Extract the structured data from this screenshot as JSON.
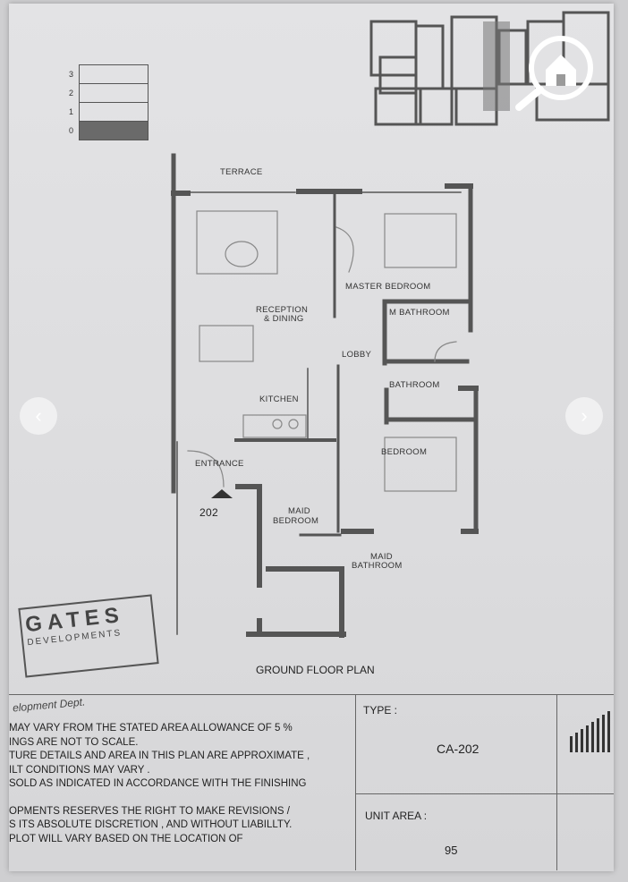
{
  "floor_key": {
    "levels": [
      "3",
      "2",
      "1",
      "0"
    ],
    "active_level": "0"
  },
  "rooms": {
    "terrace": "TERRACE",
    "reception": "RECEPTION",
    "reception_sub": "& DINING",
    "master_bedroom": "MASTER BEDROOM",
    "m_bathroom": "M BATHROOM",
    "lobby": "LOBBY",
    "bathroom": "BATHROOM",
    "kitchen": "KITCHEN",
    "bedroom": "BEDROOM",
    "entrance": "ENTRANCE",
    "unit_no": "202",
    "maid_bedroom_1": "MAID",
    "maid_bedroom_2": "BEDROOM",
    "maid_bathroom_1": "MAID",
    "maid_bathroom_2": "BATHROOM"
  },
  "stamp": {
    "line1": "GATES",
    "line2": "DEVELOPMENTS",
    "dept": "elopment Dept."
  },
  "plan_title": "GROUND FLOOR PLAN",
  "notes": [
    "elopment Dept.",
    "MAY VARY FROM THE STATED AREA ALLOWANCE OF 5 %",
    "INGS ARE NOT TO SCALE.",
    "TURE DETAILS AND AREA IN THIS PLAN ARE APPROXIMATE ,",
    "ILT CONDITIONS MAY VARY .",
    "SOLD AS INDICATED IN ACCORDANCE WITH THE FINISHING",
    "",
    "OPMENTS RESERVES THE RIGHT TO MAKE REVISIONS /",
    "S ITS ABSOLUTE DISCRETION , AND WITHOUT LIABILLTY.",
    "PLOT WILL VARY BASED ON THE LOCATION OF"
  ],
  "table": {
    "type_label": "TYPE :",
    "type_value": "CA-202",
    "area_label": "UNIT AREA :",
    "area_value": "95"
  },
  "nav": {
    "prev_icon": "chevron-left-icon",
    "next_icon": "chevron-right-icon",
    "prev_glyph": "‹",
    "next_glyph": "›"
  },
  "colors": {
    "wall": "#555555",
    "paper": "#e0e0e2"
  }
}
